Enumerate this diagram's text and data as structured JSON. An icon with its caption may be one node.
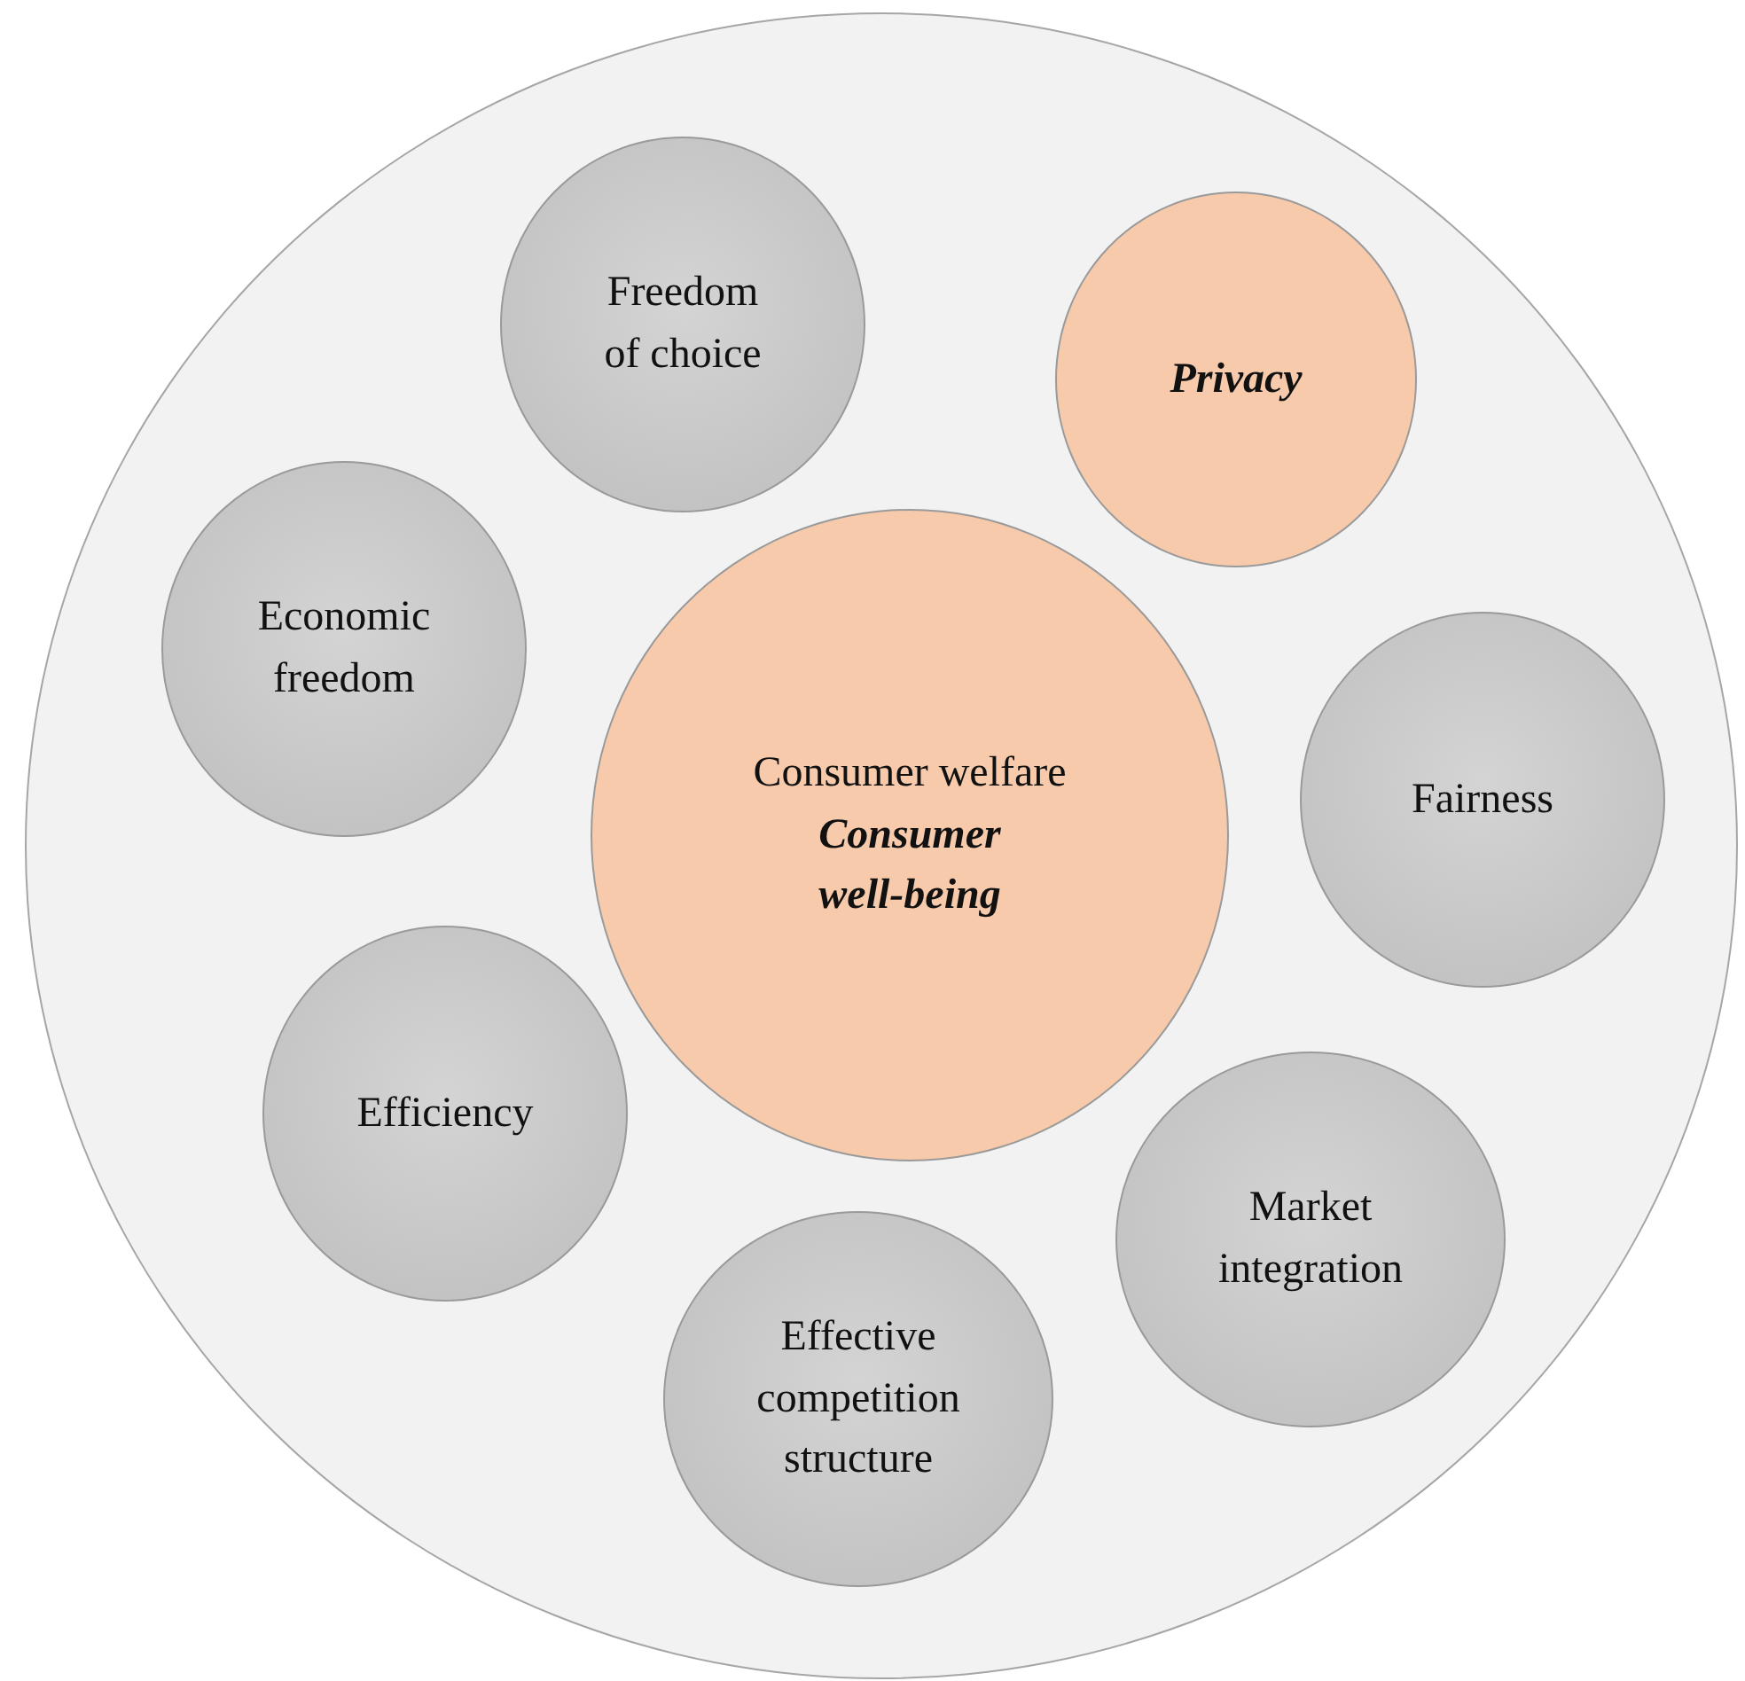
{
  "diagram": {
    "nodes": [
      {
        "text": [],
        "shape": "circle"
      },
      {
        "text": [
          "Freedom of choice"
        ],
        "in": 0
      },
      {
        "text": [
          "Privacy"
        ],
        "in": 0
      },
      {
        "text": [
          "Economic freedom"
        ],
        "in": 0
      },
      {
        "text": [
          "Consumer welfare",
          "Consumer well-being"
        ],
        "in": 0
      },
      {
        "text": [
          "Fairness"
        ],
        "in": 0
      },
      {
        "text": [
          "Efficiency"
        ],
        "in": 0
      },
      {
        "text": [
          "Market integration"
        ],
        "in": 0
      },
      {
        "text": [
          "Effective competition structure"
        ],
        "in": 0
      }
    ]
  }
}
